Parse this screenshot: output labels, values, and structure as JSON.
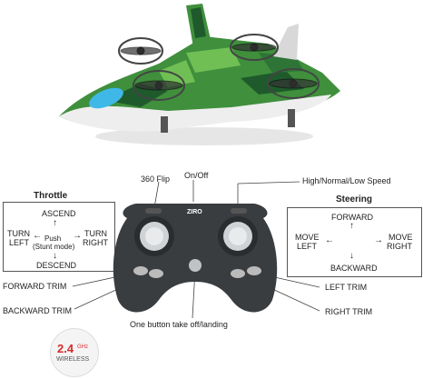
{
  "labels": {
    "flip": "360 Flip",
    "onoff": "On/Off",
    "speed": "High/Normal/Low Speed",
    "throttle_title": "Throttle",
    "steering_title": "Steering",
    "ascend": "ASCEND",
    "descend": "DESCEND",
    "turn_left_1": "TURN",
    "turn_left_2": "LEFT",
    "turn_right_1": "TURN",
    "turn_right_2": "RIGHT",
    "push_1": "Push",
    "push_2": "(Stunt mode)",
    "forward": "FORWARD",
    "backward": "BACKWARD",
    "move_left_1": "MOVE",
    "move_left_2": "LEFT",
    "move_right_1": "MOVE",
    "move_right_2": "RIGHT",
    "forward_trim": "FORWARD TRIM",
    "backward_trim": "BACKWARD TRIM",
    "left_trim": "LEFT TRIM",
    "right_trim": "RIGHT TRIM",
    "one_button": "One button take off/landing",
    "brand": "ZIRO",
    "badge_freq": "2.4",
    "badge_unit": "GHz",
    "badge_text": "WIRELESS"
  },
  "colors": {
    "camo_dark": "#1f5a2c",
    "camo_mid": "#3f8f3c",
    "camo_light": "#6fbf55",
    "cockpit": "#3fb8e8",
    "remote_body": "#3a3d40",
    "badge_red": "#d72a2a"
  },
  "icons": [
    "up-arrow",
    "down-arrow",
    "left-arrow",
    "right-arrow"
  ]
}
